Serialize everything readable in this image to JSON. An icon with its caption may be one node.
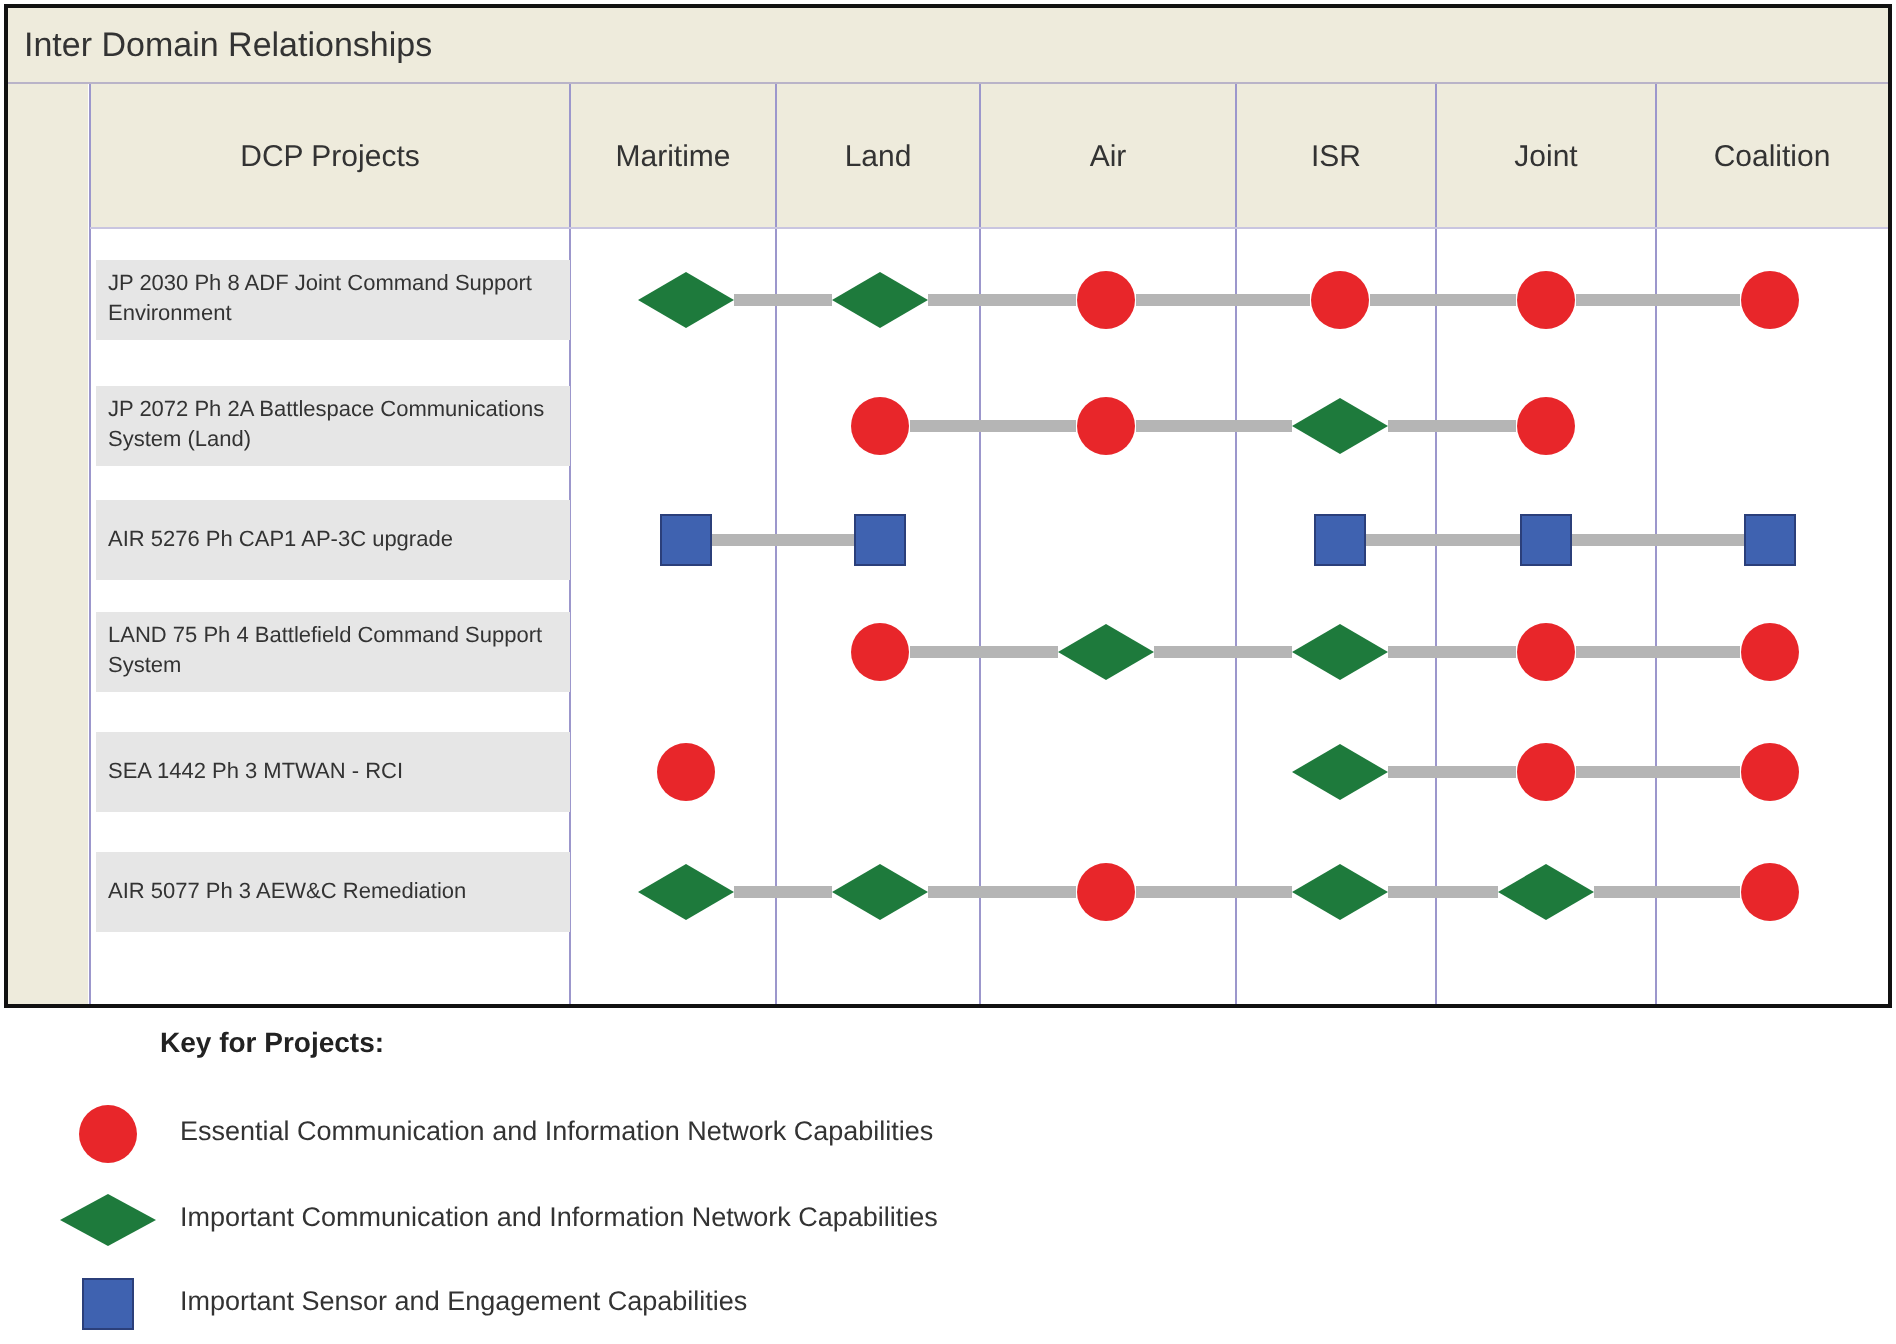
{
  "diagram": {
    "title": "Inter Domain Relationships",
    "nodes": [
      {
        "text": [
          "JP 2030 Ph 8 ADF Joint Command Support Environment"
        ]
      },
      {
        "text": [],
        "shape": "diamond"
      },
      {
        "text": [],
        "shape": "diamond"
      },
      {
        "text": [],
        "shape": "circle"
      },
      {
        "text": [],
        "shape": "circle"
      },
      {
        "text": [],
        "shape": "circle"
      },
      {
        "text": [],
        "shape": "circle"
      },
      {
        "text": [
          "JP 2072 Ph 2A Battlespace Communications System (Land)"
        ]
      },
      {
        "text": [],
        "shape": "circle"
      },
      {
        "text": [],
        "shape": "circle"
      },
      {
        "text": [],
        "shape": "diamond"
      },
      {
        "text": [],
        "shape": "circle"
      },
      {
        "text": [
          "AIR 5276 Ph CAP1 AP-3C upgrade"
        ]
      },
      {
        "text": [],
        "shape": "box"
      },
      {
        "text": [],
        "shape": "box"
      },
      {
        "text": [],
        "shape": "box"
      },
      {
        "text": [],
        "shape": "box"
      },
      {
        "text": [],
        "shape": "box"
      },
      {
        "text": [
          "LAND 75 Ph 4 Battlefield Command Support System"
        ]
      },
      {
        "text": [],
        "shape": "circle"
      },
      {
        "text": [],
        "shape": "diamond"
      },
      {
        "text": [],
        "shape": "diamond"
      },
      {
        "text": [],
        "shape": "circle"
      },
      {
        "text": [],
        "shape": "circle"
      },
      {
        "text": [
          "SEA 1442 Ph 3 MTWAN - RCI"
        ]
      },
      {
        "text": [],
        "shape": "circle"
      },
      {
        "text": [],
        "shape": "diamond"
      },
      {
        "text": [],
        "shape": "circle"
      },
      {
        "text": [],
        "shape": "circle"
      },
      {
        "text": [
          "AIR 5077 Ph 3 AEW&C Remediation"
        ]
      },
      {
        "text": [],
        "shape": "diamond"
      },
      {
        "text": [],
        "shape": "diamond"
      },
      {
        "text": [],
        "shape": "circle"
      },
      {
        "text": [],
        "shape": "diamond"
      },
      {
        "text": [],
        "shape": "diamond"
      },
      {
        "text": [],
        "shape": "circle"
      }
    ],
    "edges": [
      {
        "from": 1,
        "to": 2,
        "arrow": "none"
      },
      {
        "from": 2,
        "to": 3,
        "arrow": "none"
      },
      {
        "from": 3,
        "to": 4,
        "arrow": "none"
      },
      {
        "from": 4,
        "to": 5,
        "arrow": "none"
      },
      {
        "from": 5,
        "to": 6,
        "arrow": "none"
      },
      {
        "from": 8,
        "to": 9,
        "arrow": "none"
      },
      {
        "from": 9,
        "to": 10,
        "arrow": "none"
      },
      {
        "from": 10,
        "to": 11,
        "arrow": "none"
      },
      {
        "from": 13,
        "to": 14,
        "arrow": "none"
      },
      {
        "from": 15,
        "to": 16,
        "arrow": "none"
      },
      {
        "from": 16,
        "to": 17,
        "arrow": "none"
      },
      {
        "from": 19,
        "to": 20,
        "arrow": "none"
      },
      {
        "from": 20,
        "to": 21,
        "arrow": "none"
      },
      {
        "from": 21,
        "to": 22,
        "arrow": "none"
      },
      {
        "from": 22,
        "to": 23,
        "arrow": "none"
      },
      {
        "from": 26,
        "to": 27,
        "arrow": "none"
      },
      {
        "from": 27,
        "to": 28,
        "arrow": "none"
      },
      {
        "from": 30,
        "to": 31,
        "arrow": "none"
      },
      {
        "from": 31,
        "to": 32,
        "arrow": "none"
      },
      {
        "from": 32,
        "to": 33,
        "arrow": "none"
      },
      {
        "from": 33,
        "to": 34,
        "arrow": "none"
      },
      {
        "from": 34,
        "to": 35,
        "arrow": "none"
      }
    ],
    "labels": [
      "DCP Projects",
      "Maritime",
      "Land",
      "Air",
      "ISR",
      "Joint",
      "Coalition",
      "Key for Projects:"
    ],
    "legend": [
      {
        "text": "Essential Communication and Information Network Capabilities",
        "color": "#e8262a"
      },
      {
        "text": "Important Communication and Information Network Capabilities",
        "color": "#1e7a3c"
      },
      {
        "text": "Important Sensor and Engagement Capabilities",
        "color": "#3f62b0"
      }
    ]
  }
}
